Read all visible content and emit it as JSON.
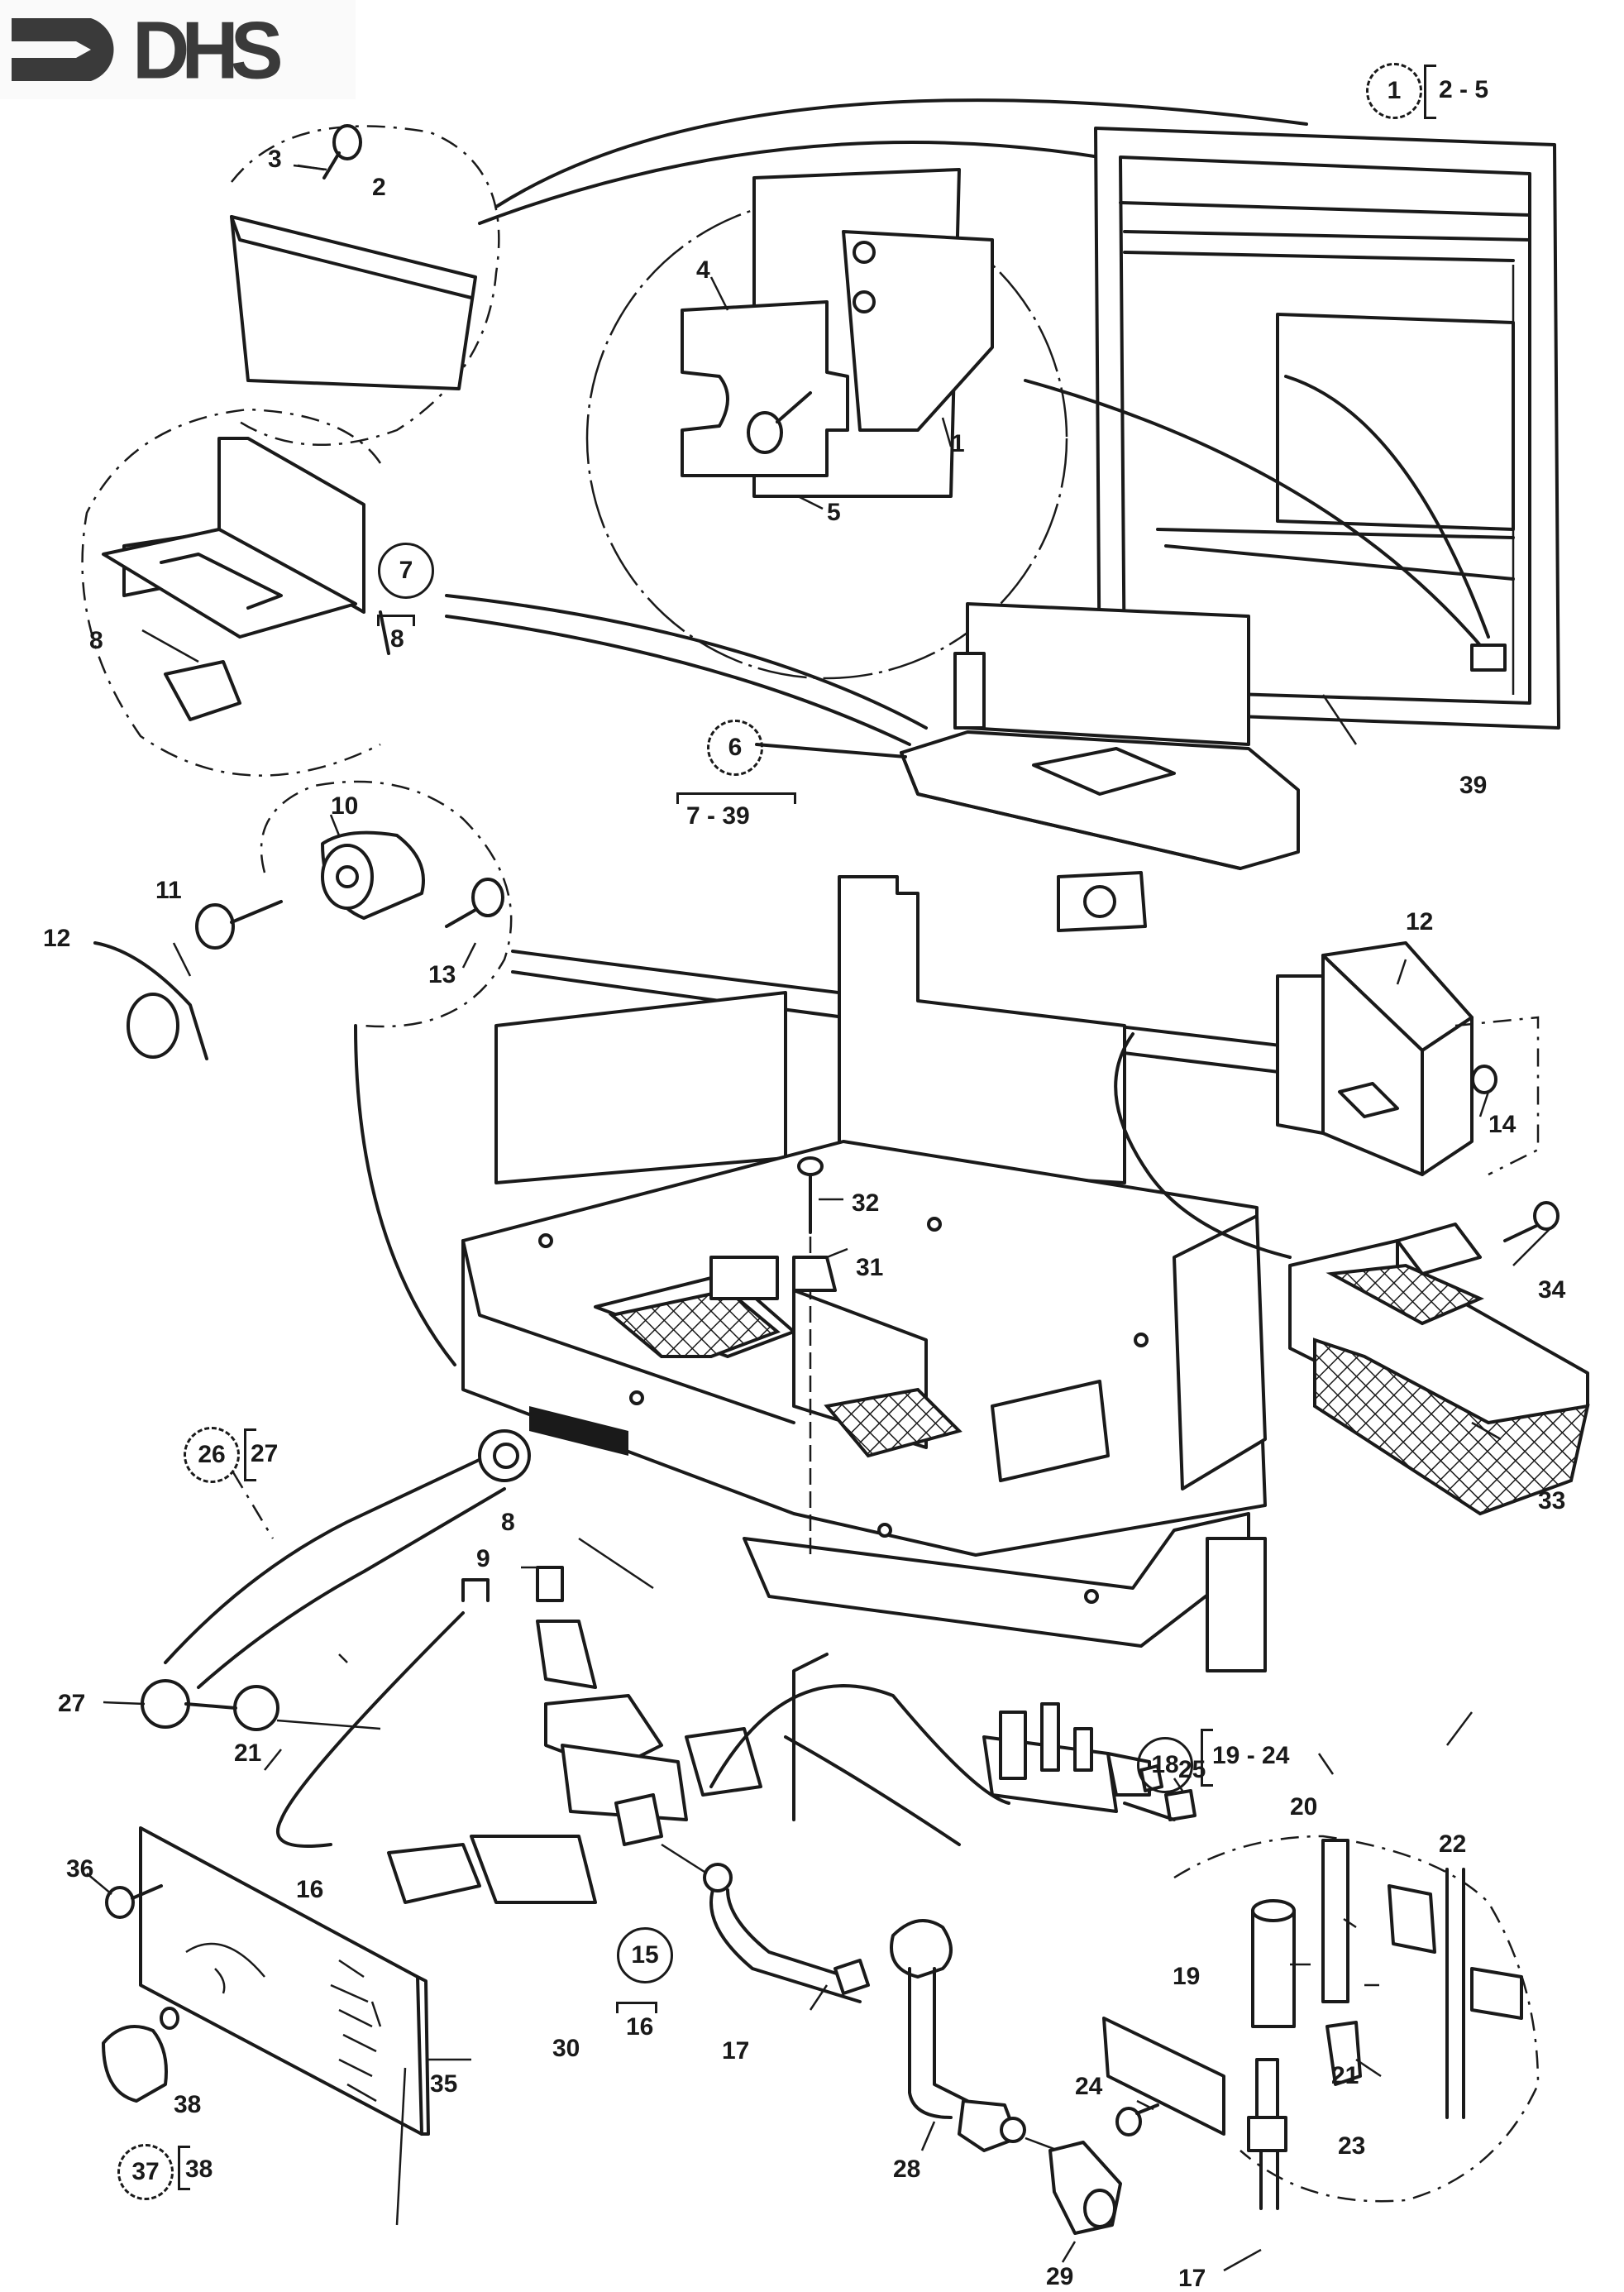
{
  "document": {
    "type": "exploded parts diagram",
    "brand": {
      "logo_text": "DHS",
      "logo_icon": "arrow-in-bracket-logo-icon"
    }
  },
  "group_callouts": [
    {
      "id": "g1",
      "parent": "1",
      "range": "2 - 5",
      "style": "bracket"
    },
    {
      "id": "g7",
      "parent": "7",
      "range": "8",
      "style": "underbar"
    },
    {
      "id": "g6",
      "parent": "6",
      "range": "7 - 39",
      "style": "underbar"
    },
    {
      "id": "g26",
      "parent": "26",
      "range": "27",
      "style": "bracket"
    },
    {
      "id": "g18",
      "parent": "18",
      "range": "19 - 24",
      "style": "bracket"
    },
    {
      "id": "g15",
      "parent": "15",
      "range": "16",
      "style": "underbar"
    },
    {
      "id": "g37",
      "parent": "37",
      "range": "38",
      "style": "bracket"
    }
  ],
  "part_labels": {
    "p1": "1",
    "p2": "2",
    "p3": "3",
    "p4": "4",
    "p5": "5",
    "p8a": "8",
    "p8b": "8",
    "p9": "9",
    "p10": "10",
    "p11": "11",
    "p12a": "12",
    "p12b": "12",
    "p13": "13",
    "p14": "14",
    "p16": "16",
    "p17a": "17",
    "p17b": "17",
    "p19": "19",
    "p20": "20",
    "p21a": "21",
    "p21b": "21",
    "p22": "22",
    "p23": "23",
    "p24": "24",
    "p25": "25",
    "p27": "27",
    "p28": "28",
    "p29": "29",
    "p30": "30",
    "p31": "31",
    "p32": "32",
    "p33": "33",
    "p34": "34",
    "p35": "35",
    "p36": "36",
    "p38": "38",
    "p39": "39"
  },
  "components": [
    "fire-surround-frame",
    "detail-circle-top-panel",
    "detail-circle-bracket",
    "detail-circle-burner-tray",
    "burner-tray-assembly",
    "detail-circle-spark-generator",
    "spark-generator-box",
    "main-chassis",
    "ember-bed-mesh-tray",
    "gas-pipe-assembly",
    "gas-valve",
    "control-panel-plate",
    "control-knob",
    "pilot-assembly",
    "detail-circle-pilot",
    "pipe-connector"
  ]
}
